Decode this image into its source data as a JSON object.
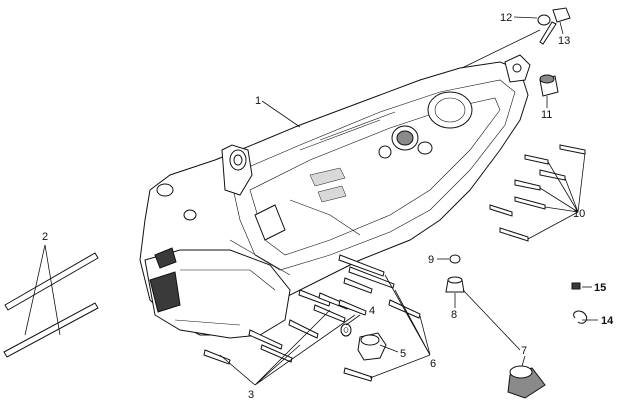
{
  "callouts": [
    {
      "id": "1",
      "label": "1"
    },
    {
      "id": "2",
      "label": "2"
    },
    {
      "id": "3",
      "label": "3"
    },
    {
      "id": "4",
      "label": "4"
    },
    {
      "id": "5",
      "label": "5"
    },
    {
      "id": "6",
      "label": "6"
    },
    {
      "id": "7",
      "label": "7"
    },
    {
      "id": "8",
      "label": "8"
    },
    {
      "id": "9",
      "label": "9"
    },
    {
      "id": "10",
      "label": "10"
    },
    {
      "id": "11",
      "label": "11"
    },
    {
      "id": "12",
      "label": "12"
    },
    {
      "id": "13",
      "label": "13"
    },
    {
      "id": "14",
      "label": "14"
    },
    {
      "id": "15",
      "label": "15"
    }
  ],
  "colors": {
    "ink": "#111111",
    "shade_dark": "#3a3a3a",
    "shade_mid": "#8a8a8a",
    "background": "#ffffff"
  }
}
